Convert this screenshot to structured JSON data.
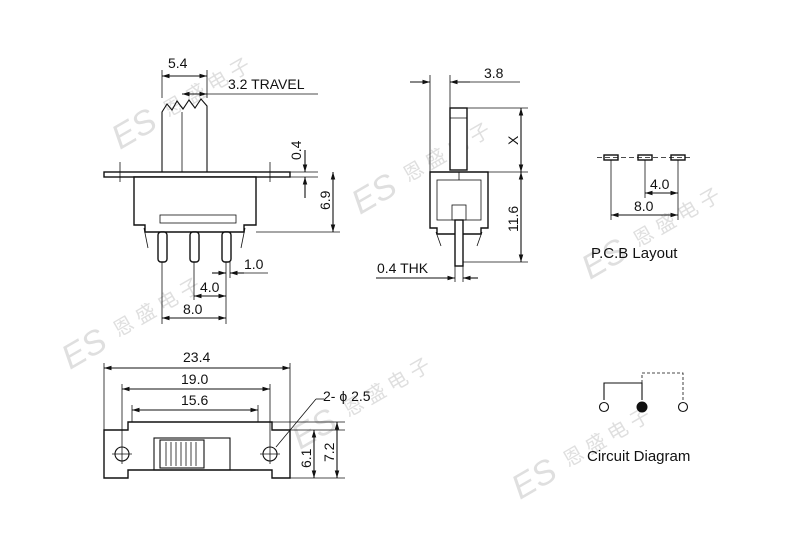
{
  "watermark": {
    "logo_text": "ES",
    "brand_text": "恩 盛 电 子"
  },
  "side_view": {
    "dim_width": "5.4",
    "dim_travel": "3.2 TRAVEL",
    "dim_flange": "0.4",
    "dim_height": "6.9",
    "dim_pin_width": "1.0",
    "dim_pin_pitch": "4.0",
    "dim_pin_span": "8.0"
  },
  "end_view": {
    "dim_actuator": "3.8",
    "dim_x": "X",
    "dim_body": "11.6",
    "dim_thickness": "0.4 THK"
  },
  "pcb_layout": {
    "dim_pitch": "4.0",
    "dim_span": "8.0",
    "caption": "P.C.B Layout"
  },
  "top_view": {
    "dim_length": "23.4",
    "dim_hole_pitch": "19.0",
    "dim_body": "15.6",
    "dim_holes": "2- ϕ 2.5",
    "dim_inner_height": "6.1",
    "dim_outer_height": "7.2"
  },
  "circuit": {
    "caption": "Circuit Diagram"
  }
}
